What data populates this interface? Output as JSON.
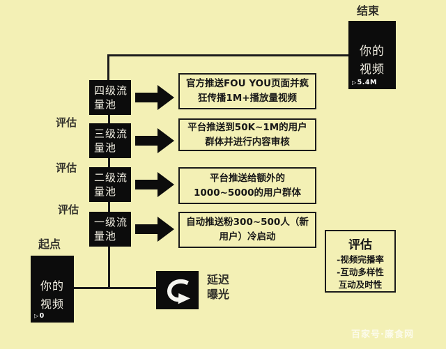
{
  "colors": {
    "background": "#f3f0b5",
    "box_black": "#0c0c0c",
    "line": "#1b1b1b",
    "box_text": "#f2efe3",
    "label_text": "#32312b"
  },
  "start": {
    "label": "起点",
    "video_title": "你的\n视频",
    "play_icon": "▷",
    "views": "0"
  },
  "end": {
    "label": "结束",
    "video_title": "你的\n视频",
    "play_icon": "▷",
    "views": "5.4M"
  },
  "pools": [
    {
      "label": "四级流\n量池",
      "description": "官方推送FOU YOU页面并疯\n狂传播1M+播放量视频"
    },
    {
      "label": "三级流\n量池",
      "description": "平台推送到50K~1M的用户\n群体并进行内容审核"
    },
    {
      "label": "二级流\n量池",
      "description": "平台推送给额外的\n1000~5000的用户群体"
    },
    {
      "label": "一级流\n量池",
      "description": "自动推送粉300~500人（新\n用户）冷启动"
    }
  ],
  "evaluate_labels": [
    "评估",
    "评估",
    "评估"
  ],
  "delay": {
    "label": "延迟\n曝光",
    "icon": "curved-return-arrow"
  },
  "assessment": {
    "title": "评估",
    "items": [
      "-视频完播率",
      "-互动多样性",
      "互动及时性"
    ]
  },
  "watermark": "百家号·廉食网"
}
